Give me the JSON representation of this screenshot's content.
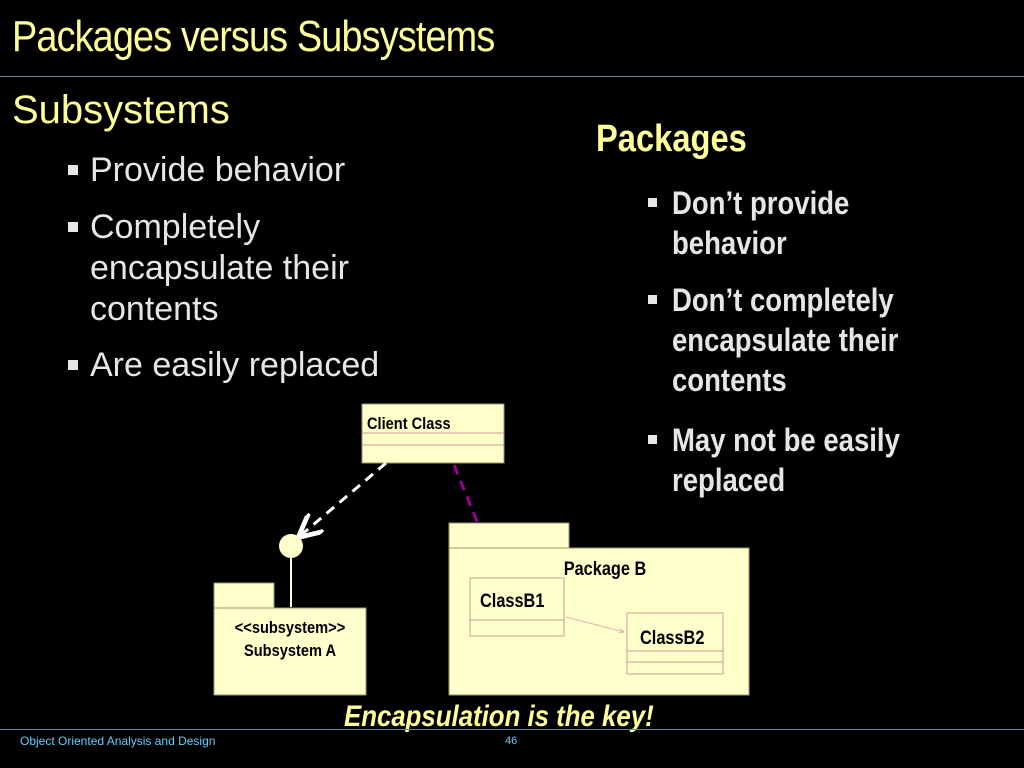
{
  "slide": {
    "title": "Packages versus Subsystems",
    "footer_text": "Object Oriented Analysis and Design",
    "slide_number": "46",
    "caption": "Encapsulation is the key!",
    "colors": {
      "background": "#000000",
      "heading": "#ffff99",
      "body": "#e6e6e6",
      "diagram_fill": "#ffffcc",
      "footer": "#66ccff",
      "dependency_arrow": "#990099"
    }
  },
  "subsystems": {
    "heading": "Subsystems",
    "bullets": [
      "Provide behavior",
      "Completely encapsulate their contents",
      "Are easily replaced"
    ]
  },
  "packages": {
    "heading": "Packages",
    "bullets": [
      "Don’t provide behavior",
      "Don’t completely encapsulate their contents",
      "May not be easily replaced"
    ]
  },
  "diagram": {
    "client_class": "Client Class",
    "subsystem_stereotype": "<<subsystem>>",
    "subsystem_name": "Subsystem A",
    "package_name": "Package B",
    "class_b1": "ClassB1",
    "class_b2": "ClassB2"
  }
}
